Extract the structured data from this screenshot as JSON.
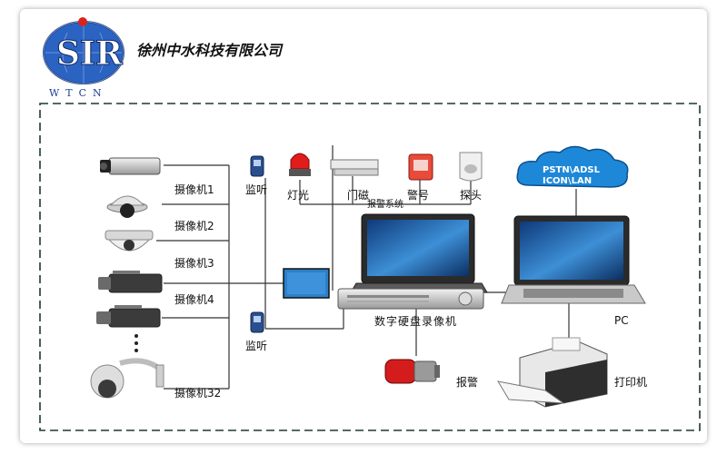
{
  "header": {
    "company_name": "徐州中水科技有限公司",
    "logo_text": "WTCN"
  },
  "cameras": [
    {
      "label": "摄像机1",
      "icon": "box-camera-icon"
    },
    {
      "label": "摄像机2",
      "icon": "dome-camera-icon"
    },
    {
      "label": "摄像机3",
      "icon": "dome-camera-icon"
    },
    {
      "label": "摄像机4",
      "icon": "box-camera-icon"
    },
    {
      "label": "摄像机32",
      "icon": "ptz-dome-camera-icon"
    }
  ],
  "monitor_labels": [
    "监听",
    "监听"
  ],
  "alarm_system": {
    "title": "报警系统",
    "devices": [
      {
        "label": "灯光",
        "icon": "strobe-light-icon"
      },
      {
        "label": "门磁",
        "icon": "door-contact-icon"
      },
      {
        "label": "警号",
        "icon": "siren-icon"
      },
      {
        "label": "探头",
        "icon": "motion-detector-icon"
      }
    ]
  },
  "dvr_label": "数字硬盘录像机",
  "alarm_label": "报警",
  "network_label": "PSTN\\ADSL\nICON\\LAN",
  "pc_label": "PC",
  "printer_label": "打印机",
  "colors": {
    "frame_dash": "#1e3a2a",
    "line": "#333333",
    "cloud": "#1e88d8",
    "logo_blue": "#1b3f93",
    "screen": "#2c7fc9"
  }
}
